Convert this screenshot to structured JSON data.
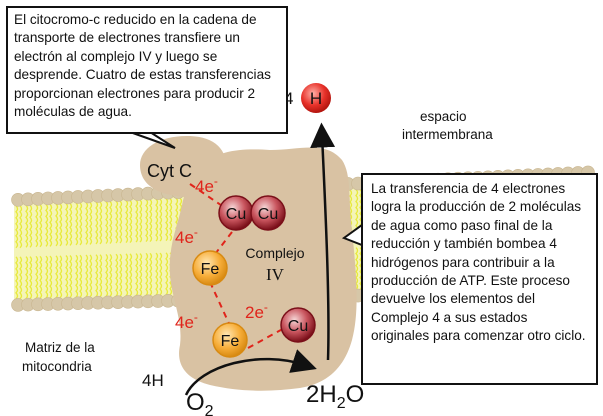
{
  "callouts": {
    "top": "El citocromo-c reducido en la cadena de transporte de electrones transfiere un electrón al complejo IV y luego se desprende. Cuatro de estas transferencias proporcionan electrones para producir 2 moléculas de agua.",
    "right": "La transferencia de 4 electrones logra la producción de 2 moléculas de agua como paso final de la reducción y también bombea 4 hidrógenos para contribuir a la producción de ATP. Este proceso devuelve los elementos del Complejo 4 a sus estados originales para comenzar otro ciclo."
  },
  "labels": {
    "hydrogen_count": "4",
    "hydrogen_symbol": "H",
    "intermembrane_line1": "espacio",
    "intermembrane_line2": "intermembrana",
    "matrix_line1": "Matriz de la",
    "matrix_line2": "mitocondria",
    "cytc": "Cyt C",
    "complex_line1": "Complejo",
    "complex_line2": "IV",
    "input_h": "4H",
    "o2_base": "O",
    "o2_sub": "2",
    "water_pre": "2H",
    "water_sub": "2",
    "water_post": "O"
  },
  "metals": {
    "cu_a": "Cu",
    "cu_b": "Cu",
    "fe_upper": "Fe",
    "fe_lower": "Fe",
    "cu_lower": "Cu"
  },
  "electrons": {
    "e1": "4e",
    "e2": "4e",
    "e3": "2e",
    "e4": "4e",
    "minus": "-"
  },
  "colors": {
    "membrane_head": "#d6c7a8",
    "membrane_tail": "#e8ea3a",
    "protein": "#d9c2a3",
    "copper": "#9a1e26",
    "iron": "#f5a623",
    "hydrogen": "#e0241b",
    "electron": "#e0241b"
  }
}
